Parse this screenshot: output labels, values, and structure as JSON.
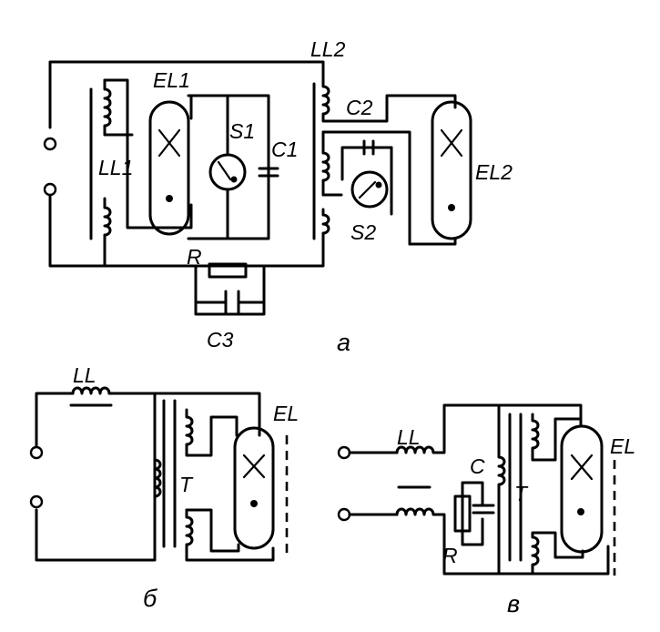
{
  "diagram_a": {
    "labels": {
      "ll2": "LL2",
      "el1": "EL1",
      "s1": "S1",
      "c1": "C1",
      "c2": "C2",
      "ll1": "LL1",
      "el2": "EL2",
      "s2": "S2",
      "r": "R",
      "c3": "C3"
    },
    "caption": "а"
  },
  "diagram_b": {
    "labels": {
      "ll": "LL",
      "t": "T",
      "el": "EL"
    },
    "caption": "б"
  },
  "diagram_c": {
    "labels": {
      "ll": "LL",
      "c": "C",
      "t": "T",
      "el": "EL",
      "r": "R"
    },
    "caption": "в"
  }
}
